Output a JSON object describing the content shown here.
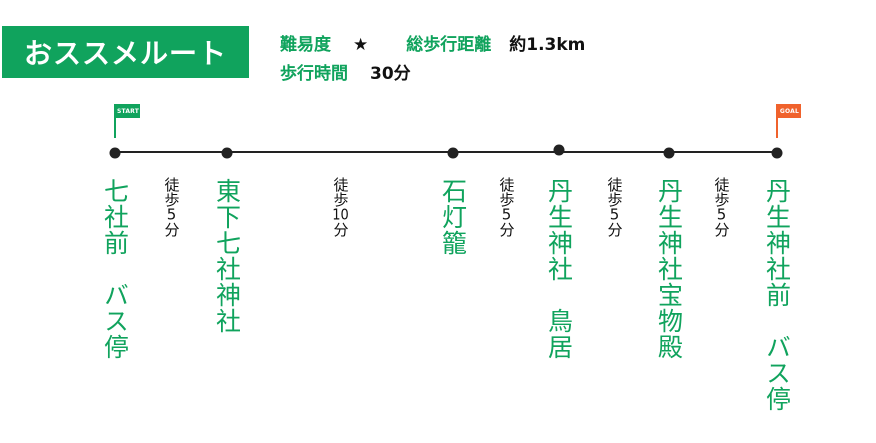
{
  "header": {
    "title": "おススメルート",
    "difficulty_label": "難易度",
    "difficulty_value": "★",
    "distance_label": "総歩行距離",
    "distance_value": "約1.3km",
    "time_label": "歩行時間",
    "time_value": "30分"
  },
  "colors": {
    "accent": "#10a35d",
    "goal": "#f0622c",
    "line": "#222222"
  },
  "flags": {
    "start": "START",
    "goal": "GOAL"
  },
  "stops": [
    {
      "name": "七社前　バス停"
    },
    {
      "name": "東下七社神社"
    },
    {
      "name": "石灯籠"
    },
    {
      "name": "丹生神社　鳥居"
    },
    {
      "name": "丹生神社宝物殿"
    },
    {
      "name": "丹生神社前　バス停"
    }
  ],
  "walks": [
    {
      "prefix": "徒歩",
      "minutes": "5",
      "unit": "分"
    },
    {
      "prefix": "徒歩",
      "minutes": "10",
      "unit": "分"
    },
    {
      "prefix": "徒歩",
      "minutes": "5",
      "unit": "分"
    },
    {
      "prefix": "徒歩",
      "minutes": "5",
      "unit": "分"
    },
    {
      "prefix": "徒歩",
      "minutes": "5",
      "unit": "分"
    }
  ]
}
